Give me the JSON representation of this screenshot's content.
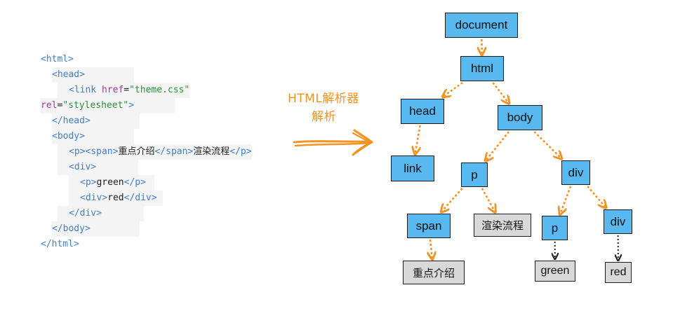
{
  "code_lines": [
    [
      {
        "c": "t",
        "v": "<html>"
      }
    ],
    [
      {
        "c": "t",
        "v": "<head>"
      }
    ],
    [
      {
        "c": "t",
        "v": "<link "
      },
      {
        "c": "a",
        "v": "href"
      },
      {
        "c": "x",
        "v": "="
      },
      {
        "c": "s",
        "v": "\"theme.css\""
      }
    ],
    [
      {
        "c": "a",
        "v": "rel"
      },
      {
        "c": "x",
        "v": "="
      },
      {
        "c": "s",
        "v": "\"stylesheet\""
      },
      {
        "c": "t",
        "v": ">"
      }
    ],
    [
      {
        "c": "t",
        "v": "</head>"
      }
    ],
    [
      {
        "c": "t",
        "v": "<body>"
      }
    ],
    [
      {
        "c": "t",
        "v": "<p><span>"
      },
      {
        "c": "x zh",
        "v": "重点介绍"
      },
      {
        "c": "t",
        "v": "</span>"
      },
      {
        "c": "x zh",
        "v": "渲染流程"
      },
      {
        "c": "t",
        "v": "</p>"
      }
    ],
    [
      {
        "c": "t",
        "v": "<div>"
      }
    ],
    [
      {
        "c": "t",
        "v": "<p>"
      },
      {
        "c": "x",
        "v": "green"
      },
      {
        "c": "t",
        "v": "</p>"
      }
    ],
    [
      {
        "c": "t",
        "v": "<div>"
      },
      {
        "c": "x",
        "v": "red"
      },
      {
        "c": "t",
        "v": "</div>"
      }
    ],
    [
      {
        "c": "t",
        "v": "</div>"
      }
    ],
    [
      {
        "c": "t",
        "v": "</body>"
      }
    ],
    [
      {
        "c": "t",
        "v": "</html>"
      }
    ]
  ],
  "parser": {
    "line1": "HTML解析器",
    "line2": "解析"
  },
  "tree": {
    "nodes": {
      "document": "document",
      "html": "html",
      "head": "head",
      "body": "body",
      "link": "link",
      "p1": "p",
      "div1": "div",
      "span": "span",
      "text1": "渲染流程",
      "p2": "p",
      "div2": "div",
      "text_span": "重点介绍",
      "text_green": "green",
      "text_red": "red"
    },
    "edges": [
      [
        "document",
        "html"
      ],
      [
        "html",
        "head"
      ],
      [
        "html",
        "body"
      ],
      [
        "head",
        "link"
      ],
      [
        "body",
        "p1"
      ],
      [
        "body",
        "div1"
      ],
      [
        "p1",
        "span"
      ],
      [
        "p1",
        "text1"
      ],
      [
        "span",
        "text_span"
      ],
      [
        "div1",
        "p2"
      ],
      [
        "div1",
        "div2"
      ],
      [
        "p2",
        "text_green"
      ],
      [
        "div2",
        "text_red"
      ]
    ]
  },
  "colors": {
    "element_fill": "#58b9f1",
    "text_fill": "#d9d9d9",
    "edge": "#f39324",
    "text_edge": "#222222"
  }
}
